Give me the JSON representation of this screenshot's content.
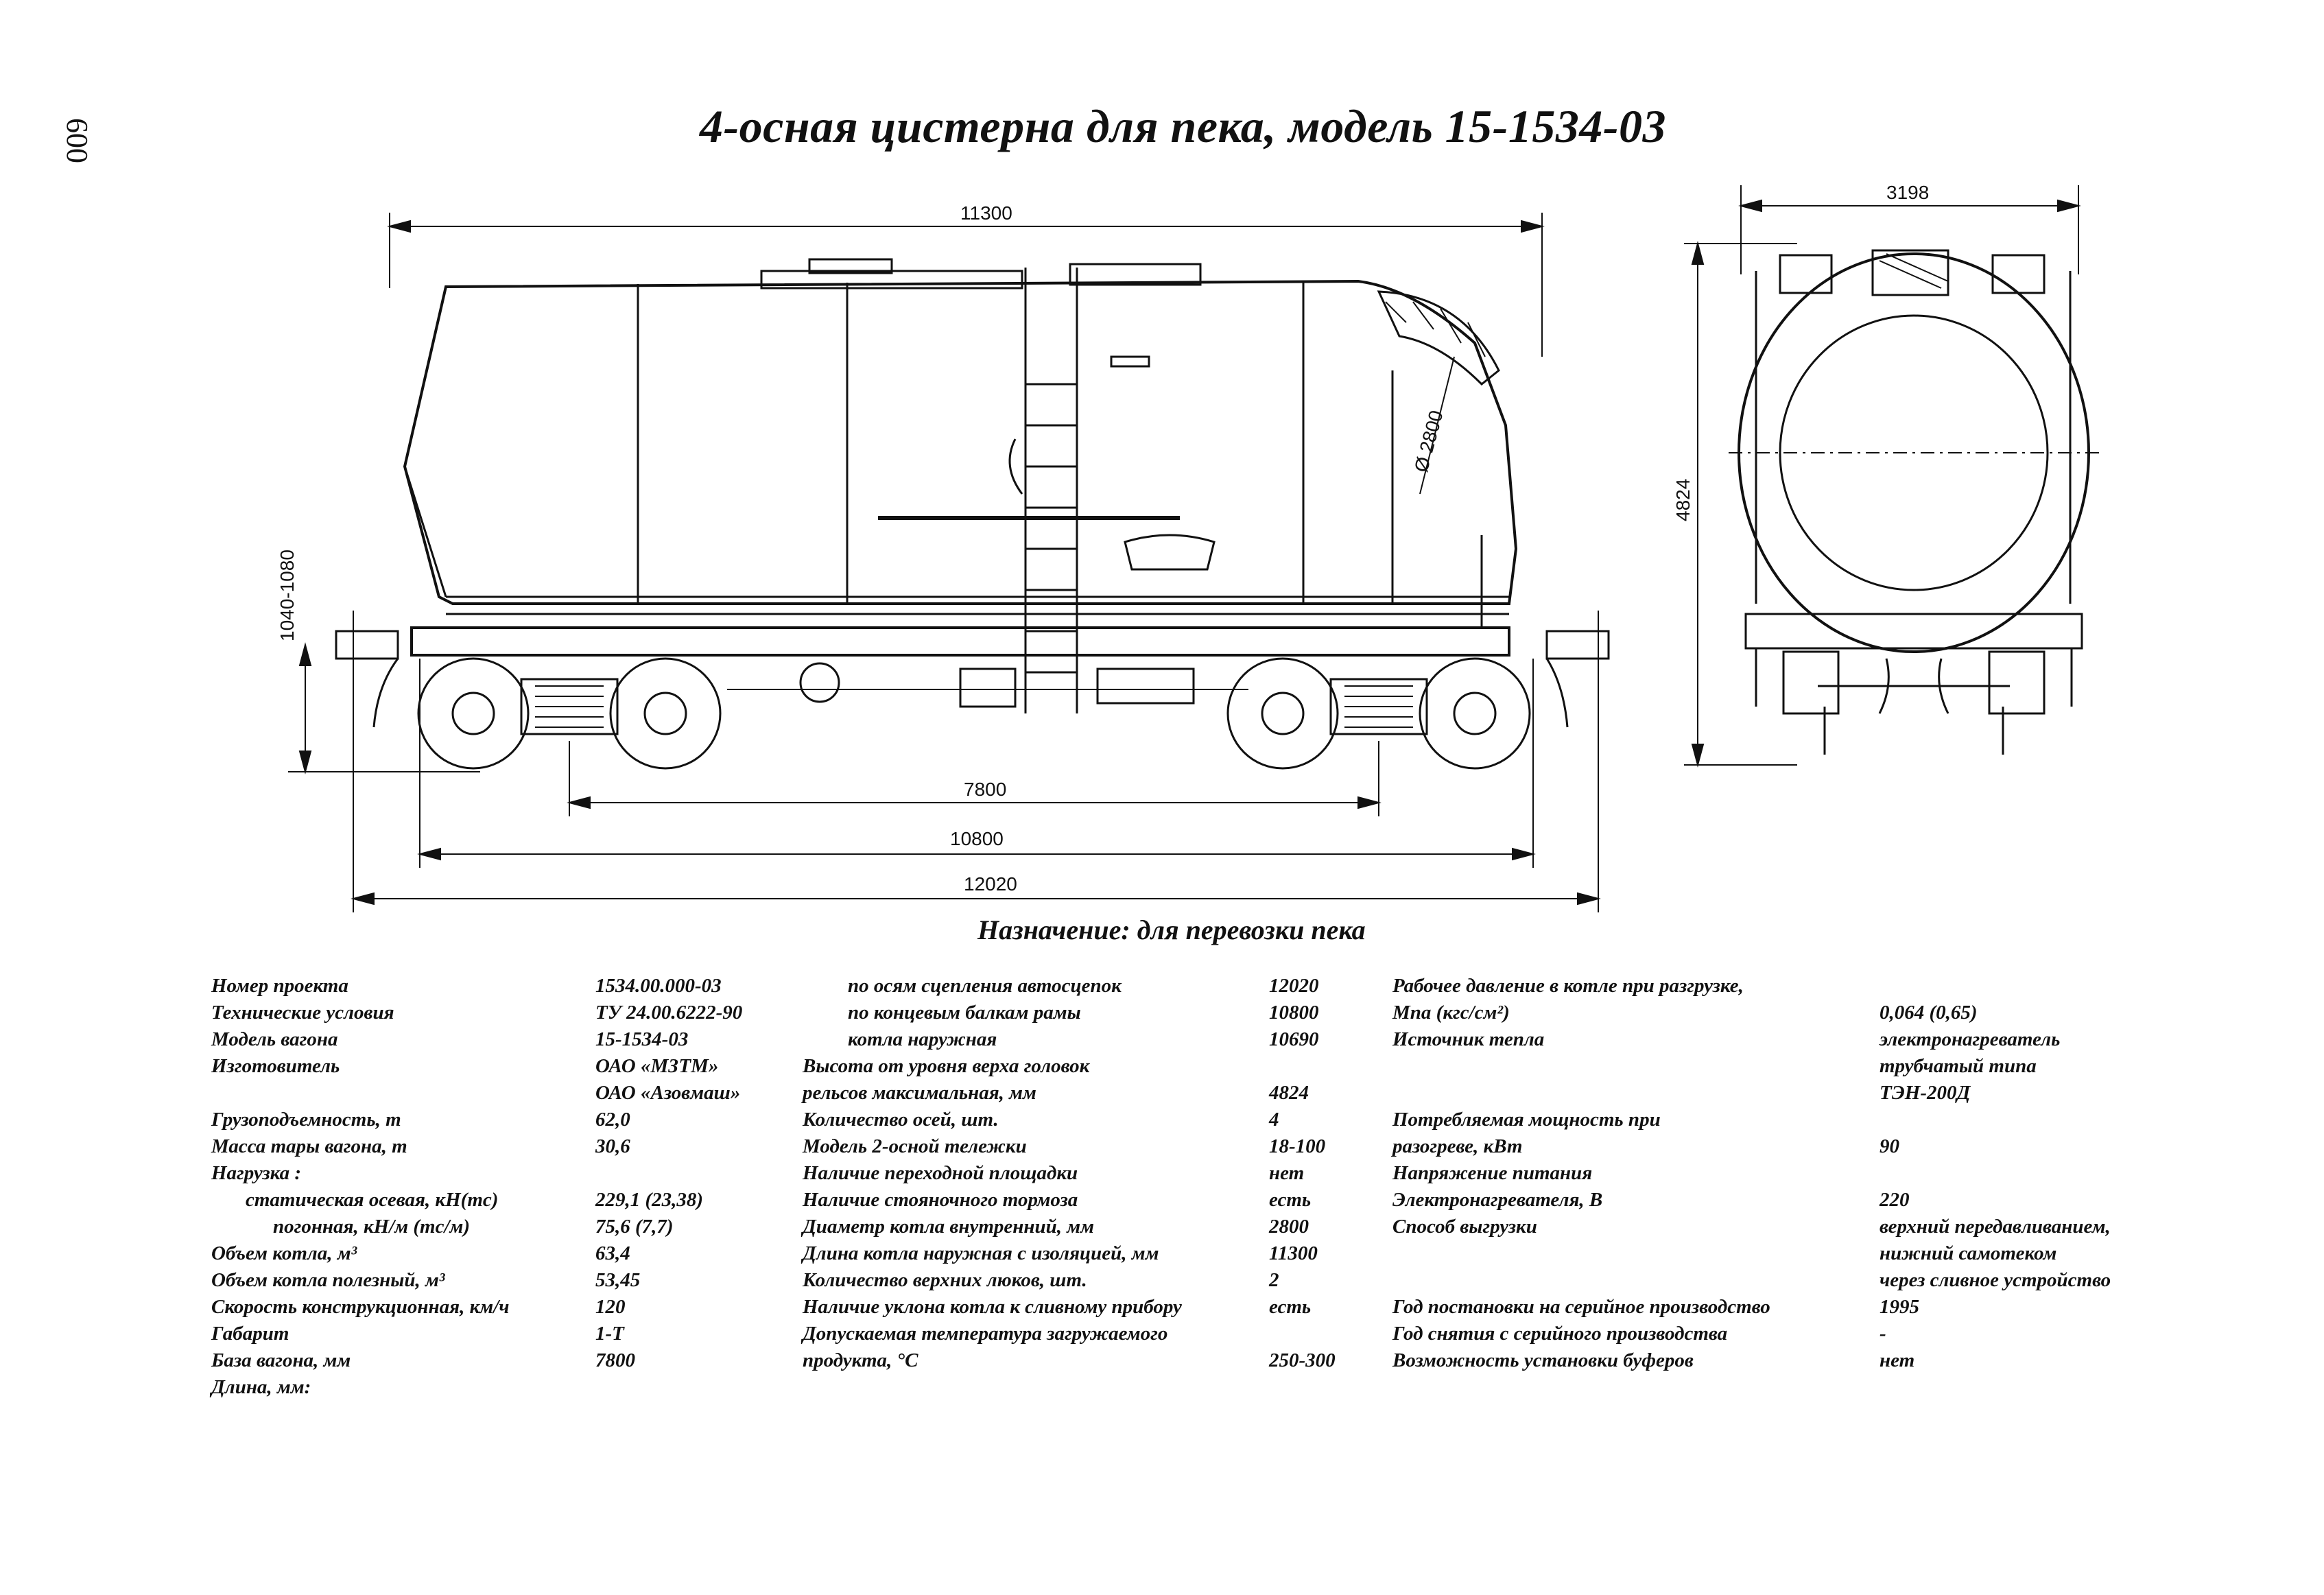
{
  "page_number": "600",
  "title": "4-осная цистерна для пека, модель 15-1534-03",
  "purpose": "Назначение: для перевозки пека",
  "dimensions": {
    "total_length_top": "11300",
    "width_end_view": "3198",
    "diameter": "Ø 2800",
    "height_end_view": "4824",
    "coupler_height": "1040-1080",
    "base": "7800",
    "frame_length": "10800",
    "coupler_length": "12020"
  },
  "specs": {
    "col1": [
      "Номер проекта",
      "Технические условия",
      "Модель вагона",
      "Изготовитель",
      "",
      "Грузоподъемность, т",
      "Масса тары вагона, т",
      "Нагрузка :",
      "     статическая осевая, кН(тс)",
      "     погонная, кН/м (тс/м)",
      "Объем котла, м³",
      "Объем котла полезный, м³",
      "Скорость конструкционная, км/ч",
      "Габарит",
      "База вагона, мм",
      "Длина, мм:"
    ],
    "col2": [
      "1534.00.000-03",
      "ТУ 24.00.6222-90",
      "15-1534-03",
      "ОАО «МЗТМ»",
      "ОАО «Азовмаш»",
      "62,0",
      "30,6",
      "",
      "229,1 (23,38)",
      "75,6 (7,7)",
      "63,4",
      "53,45",
      "120",
      "1-Т",
      "7800",
      ""
    ],
    "col3": [
      "     по осям сцепления автосцепок",
      "     по концевым балкам рамы",
      "     котла наружная",
      "Высота от уровня верха головок",
      "рельсов максимальная, мм",
      "Количество осей, шт.",
      "Модель 2-осной тележки",
      "Наличие переходной площадки",
      "Наличие стояночного тормоза",
      "Диаметр котла внутренний, мм",
      "Длина котла наружная с изоляцией, мм",
      "Количество верхних люков, шт.",
      "Наличие уклона котла к сливному прибору",
      "Допускаемая температура загружаемого",
      "продукта, °С",
      ""
    ],
    "col4": [
      "12020",
      "10800",
      "10690",
      "",
      "4824",
      "4",
      "18-100",
      "нет",
      "есть",
      "2800",
      "11300",
      "2",
      "есть",
      "",
      "250-300",
      ""
    ],
    "col5": [
      "Рабочее давление в котле при разгрузке,",
      "Мпа (кгс/см²)",
      "Источник тепла",
      "",
      "",
      "Потребляемая мощность при",
      "разогреве, кВт",
      "Напряжение питания",
      "Электронагревателя, В",
      "Способ выгрузки",
      "",
      "",
      "Год постановки на серийное производство",
      "Год снятия с серийного производства",
      "Возможность установки буферов",
      ""
    ],
    "col6": [
      "",
      "0,064 (0,65)",
      "электронагреватель",
      "трубчатый типа",
      "ТЭН-200Д",
      "",
      "90",
      "",
      "220",
      "верхний передавливанием,",
      "нижний самотеком",
      "через сливное устройство",
      "1995",
      "-",
      "нет",
      ""
    ]
  }
}
